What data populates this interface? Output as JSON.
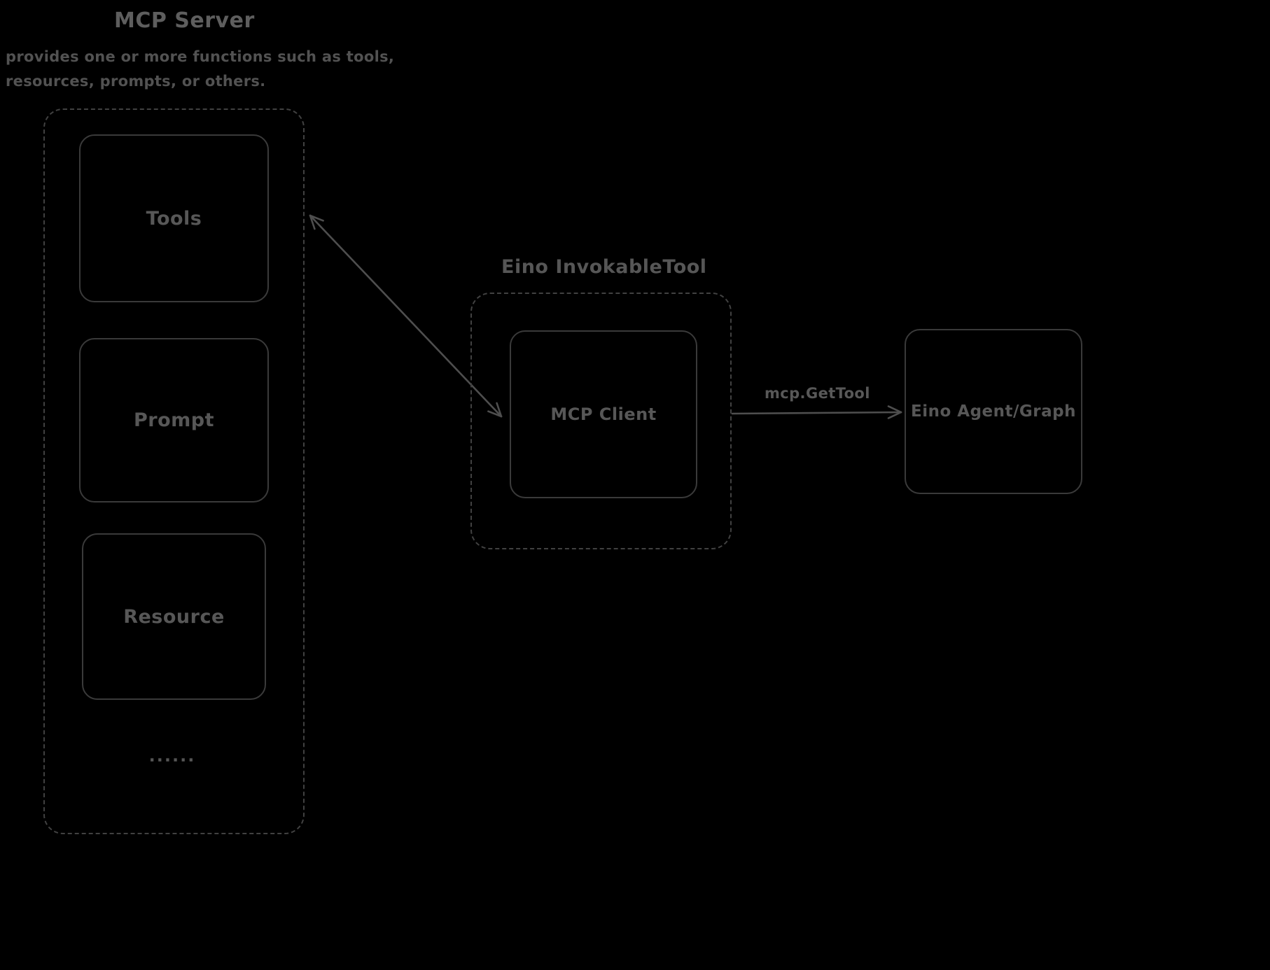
{
  "colors": {
    "background": "#000000",
    "box_stroke": "#3a3a3a",
    "dashed_stroke": "#414141",
    "text": "#5c5c5c",
    "arrow": "#4e4e4e"
  },
  "mcp_server": {
    "title": "MCP Server",
    "description": [
      "provides one or more functions such as tools,",
      "resources, prompts, or others."
    ],
    "boxes": [
      {
        "label": "Tools"
      },
      {
        "label": "Prompt"
      },
      {
        "label": "Resource"
      }
    ],
    "ellipsis": "......"
  },
  "invokable_tool": {
    "title": "Eino InvokableTool",
    "client_label": "MCP Client"
  },
  "connections": {
    "gettool_label": "mcp.GetTool"
  },
  "agent": {
    "label": "Eino Agent/Graph"
  }
}
